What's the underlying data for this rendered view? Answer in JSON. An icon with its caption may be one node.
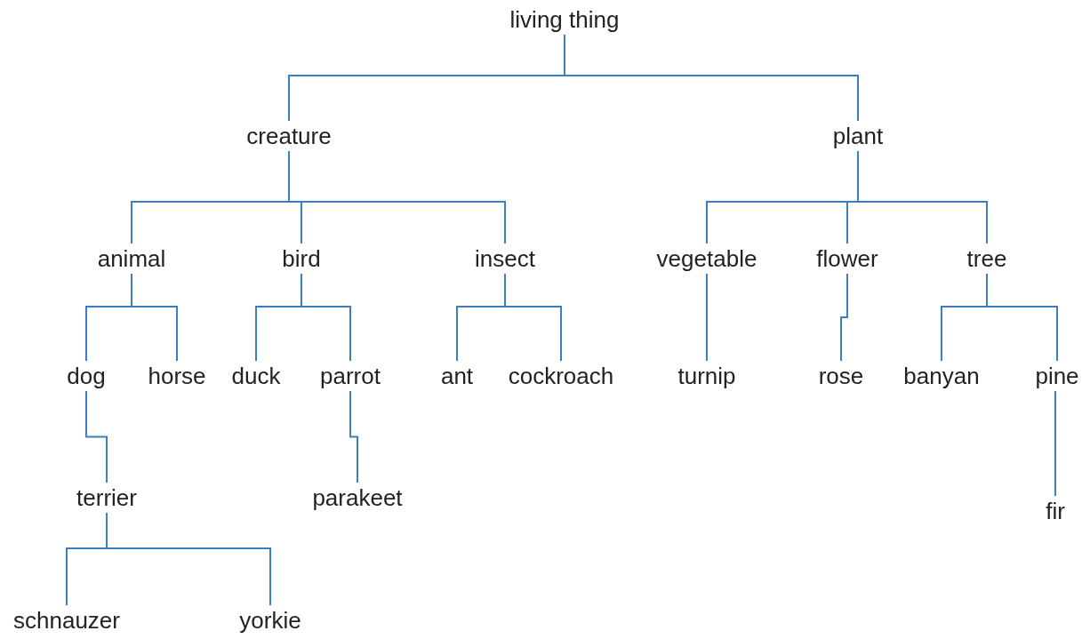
{
  "diagram": {
    "nodes": [
      {
        "text": [
          "living thing"
        ]
      },
      {
        "text": [
          "creature"
        ]
      },
      {
        "text": [
          "plant"
        ]
      },
      {
        "text": [
          "animal"
        ]
      },
      {
        "text": [
          "bird"
        ]
      },
      {
        "text": [
          "insect"
        ]
      },
      {
        "text": [
          "vegetable"
        ]
      },
      {
        "text": [
          "flower"
        ]
      },
      {
        "text": [
          "tree"
        ]
      },
      {
        "text": [
          "dog"
        ]
      },
      {
        "text": [
          "horse"
        ]
      },
      {
        "text": [
          "duck"
        ]
      },
      {
        "text": [
          "parrot"
        ]
      },
      {
        "text": [
          "ant"
        ]
      },
      {
        "text": [
          "cockroach"
        ]
      },
      {
        "text": [
          "turnip"
        ]
      },
      {
        "text": [
          "rose"
        ]
      },
      {
        "text": [
          "banyan"
        ]
      },
      {
        "text": [
          "pine"
        ]
      },
      {
        "text": [
          "terrier"
        ]
      },
      {
        "text": [
          "parakeet"
        ]
      },
      {
        "text": [
          "fir"
        ]
      },
      {
        "text": [
          "schnauzer"
        ]
      },
      {
        "text": [
          "yorkie"
        ]
      }
    ],
    "edges": [
      {
        "from": 0,
        "to": 1,
        "arrow": "none"
      },
      {
        "from": 0,
        "to": 2,
        "arrow": "none"
      },
      {
        "from": 1,
        "to": 3,
        "arrow": "none"
      },
      {
        "from": 1,
        "to": 4,
        "arrow": "none"
      },
      {
        "from": 1,
        "to": 5,
        "arrow": "none"
      },
      {
        "from": 2,
        "to": 6,
        "arrow": "none"
      },
      {
        "from": 2,
        "to": 7,
        "arrow": "none"
      },
      {
        "from": 2,
        "to": 8,
        "arrow": "none"
      },
      {
        "from": 3,
        "to": 9,
        "arrow": "none"
      },
      {
        "from": 3,
        "to": 10,
        "arrow": "none"
      },
      {
        "from": 4,
        "to": 11,
        "arrow": "none"
      },
      {
        "from": 4,
        "to": 12,
        "arrow": "none"
      },
      {
        "from": 5,
        "to": 13,
        "arrow": "none"
      },
      {
        "from": 5,
        "to": 14,
        "arrow": "none"
      },
      {
        "from": 6,
        "to": 15,
        "arrow": "none"
      },
      {
        "from": 7,
        "to": 16,
        "arrow": "none"
      },
      {
        "from": 8,
        "to": 17,
        "arrow": "none"
      },
      {
        "from": 8,
        "to": 18,
        "arrow": "none"
      },
      {
        "from": 9,
        "to": 19,
        "arrow": "none"
      },
      {
        "from": 12,
        "to": 20,
        "arrow": "none"
      },
      {
        "from": 18,
        "to": 21,
        "arrow": "none"
      },
      {
        "from": 19,
        "to": 22,
        "arrow": "none"
      },
      {
        "from": 19,
        "to": 23,
        "arrow": "none"
      }
    ]
  }
}
